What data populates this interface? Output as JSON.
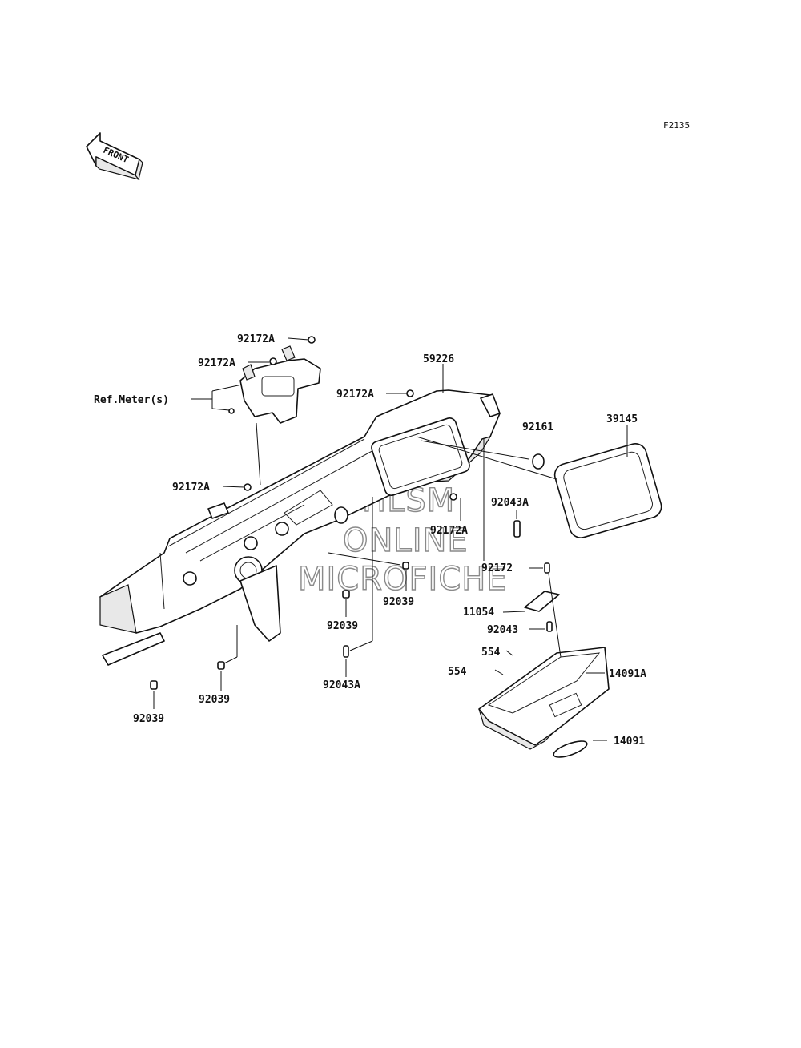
{
  "figure_code": "F2135",
  "front_arrow_text": "FRONT",
  "watermark": [
    "HLSM",
    "ONLINE",
    "MICROFICHE"
  ],
  "callouts": [
    {
      "id": "c1",
      "text": "92172A"
    },
    {
      "id": "c2",
      "text": "92172A"
    },
    {
      "id": "c3",
      "text": "Ref.Meter(s)"
    },
    {
      "id": "c4",
      "text": "92172A"
    },
    {
      "id": "c5",
      "text": "59226"
    },
    {
      "id": "c6",
      "text": "92161"
    },
    {
      "id": "c7",
      "text": "39145"
    },
    {
      "id": "c8",
      "text": "92172A"
    },
    {
      "id": "c9",
      "text": "92043A"
    },
    {
      "id": "c10",
      "text": "92172A"
    },
    {
      "id": "c11",
      "text": "92172"
    },
    {
      "id": "c12",
      "text": "92039"
    },
    {
      "id": "c13",
      "text": "11054"
    },
    {
      "id": "c14",
      "text": "92039"
    },
    {
      "id": "c15",
      "text": "92043"
    },
    {
      "id": "c16",
      "text": "554"
    },
    {
      "id": "c17",
      "text": "554"
    },
    {
      "id": "c18",
      "text": "14091A"
    },
    {
      "id": "c19",
      "text": "92043A"
    },
    {
      "id": "c20",
      "text": "92039"
    },
    {
      "id": "c21",
      "text": "14091"
    },
    {
      "id": "c22",
      "text": "92039"
    }
  ]
}
